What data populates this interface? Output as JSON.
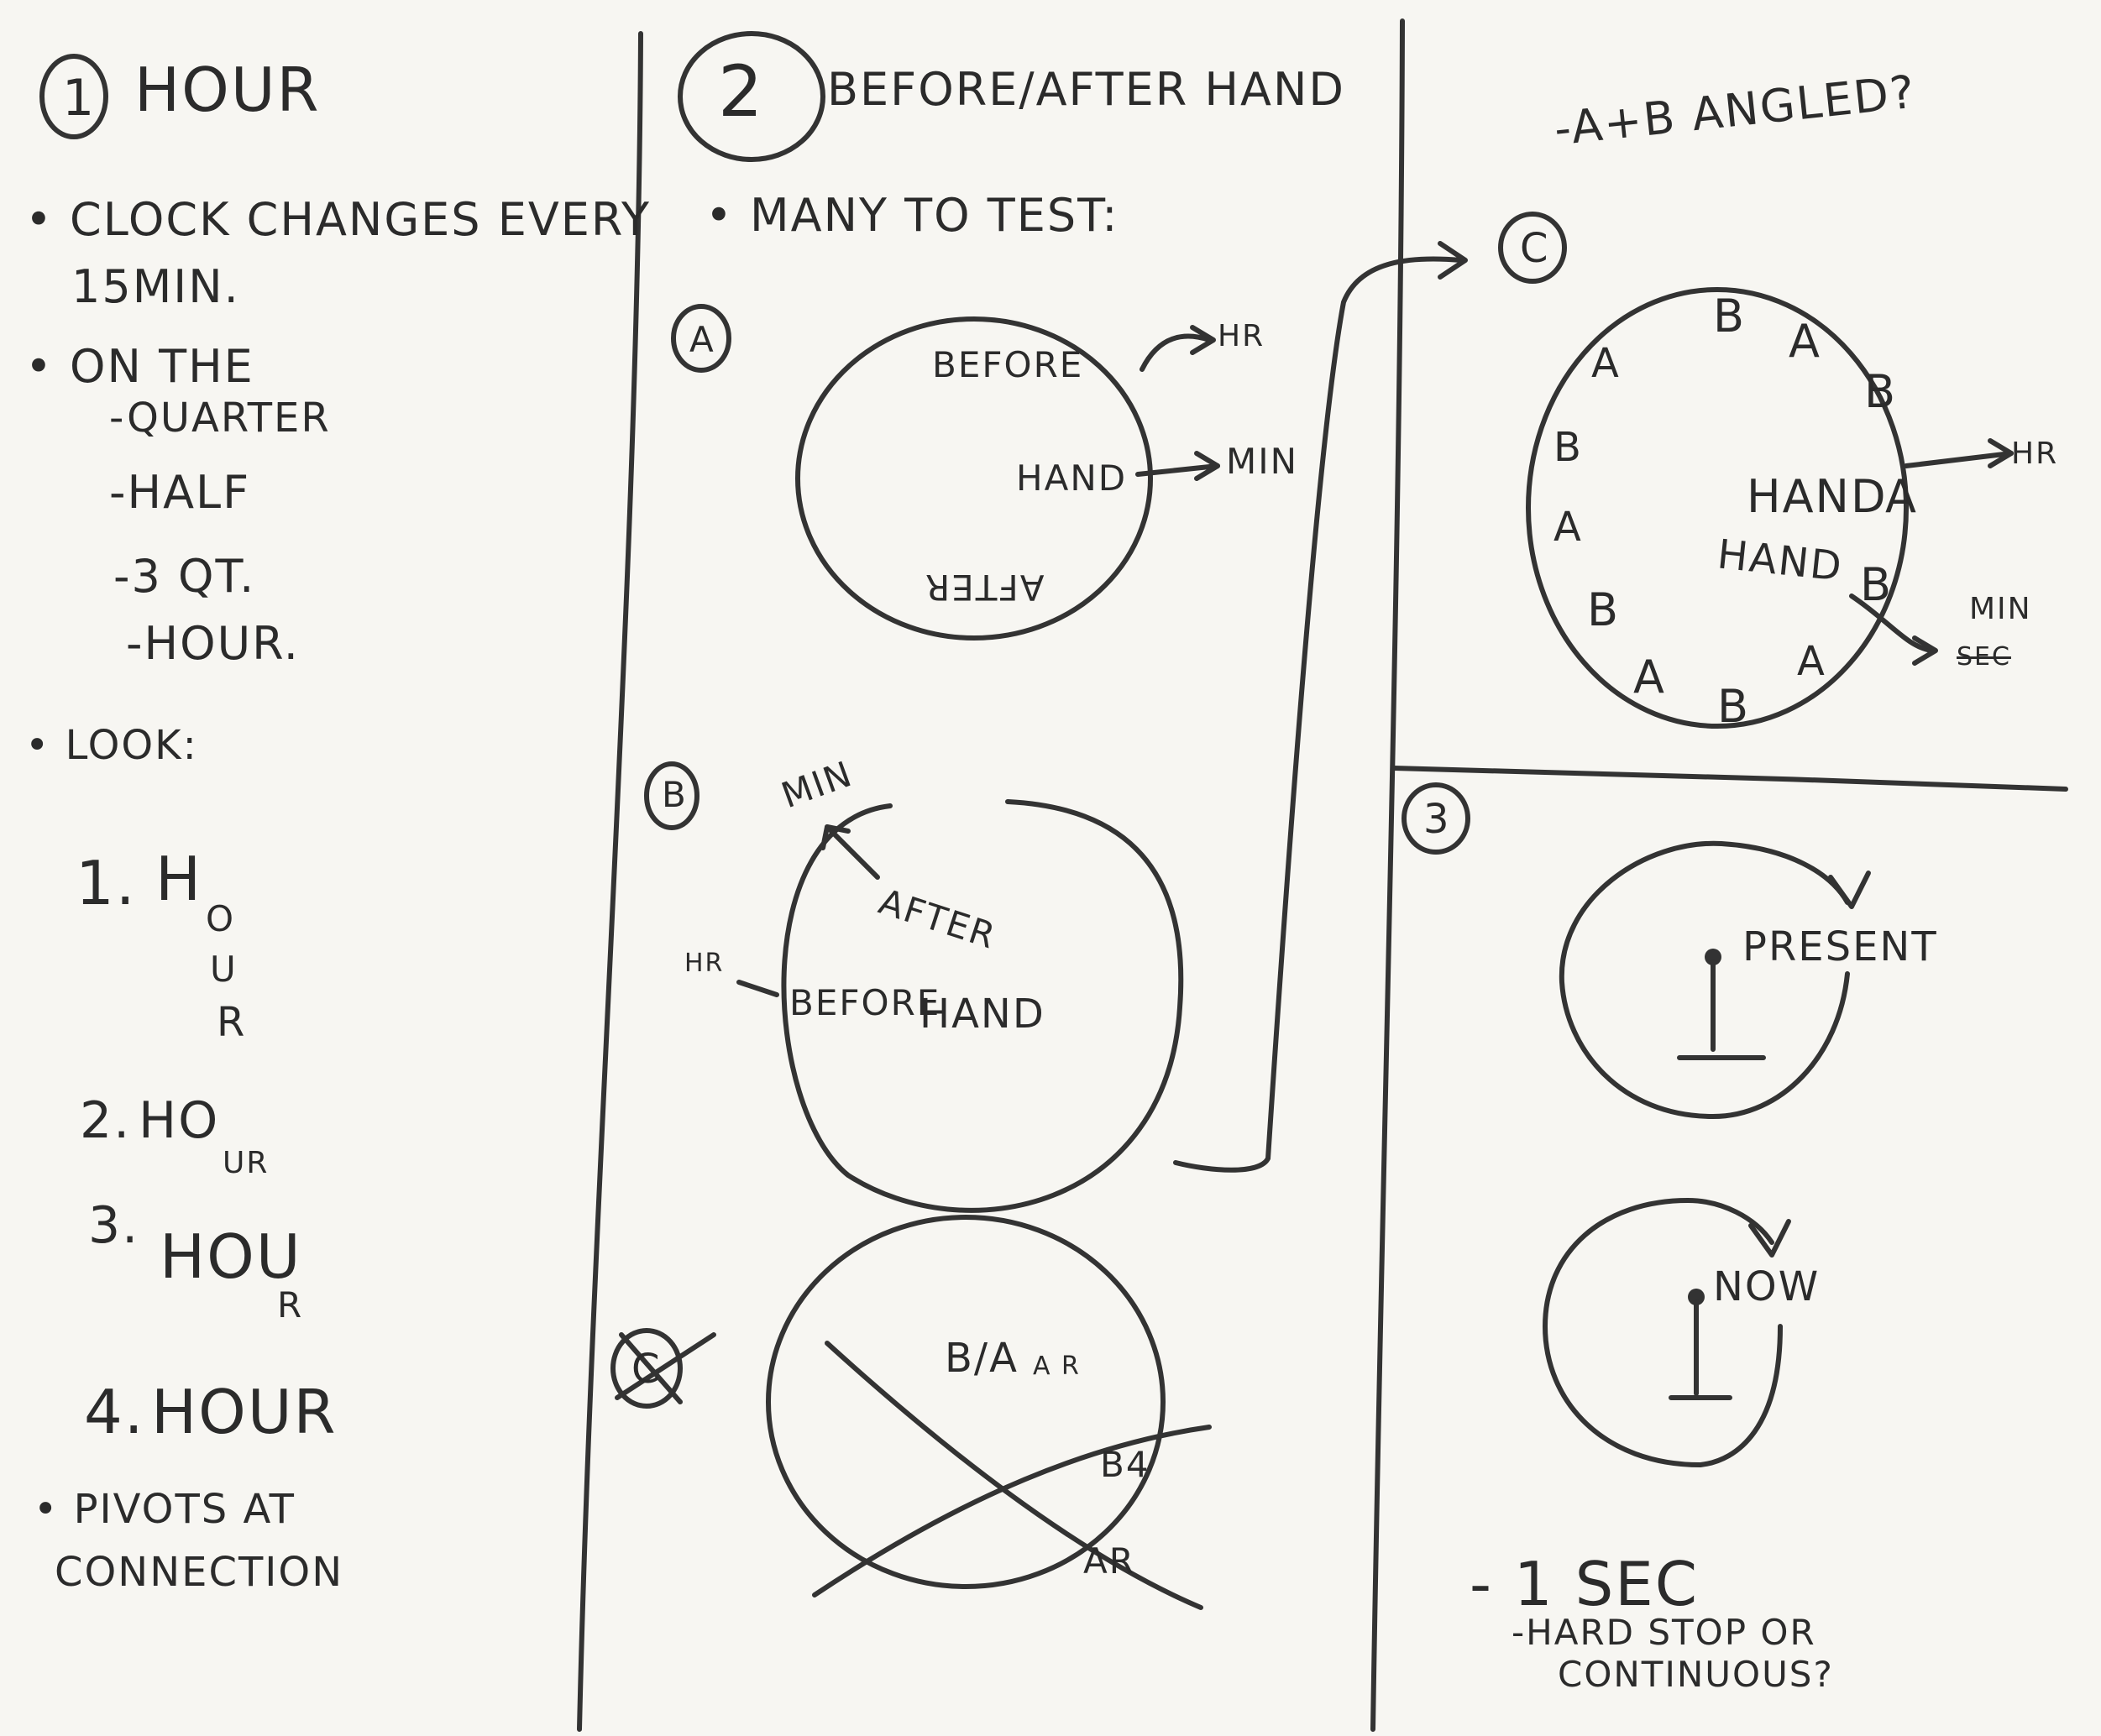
{
  "section1": {
    "number": "1",
    "title": "HOUR",
    "bullets": [
      "CLOCK CHANGES EVERY",
      "15MIN.",
      "ON THE"
    ],
    "subs": [
      "-QUARTER",
      "-HALF",
      "-3 QT.",
      "-HOUR."
    ],
    "look": "LOOK:",
    "looks": [
      {
        "num": "1.",
        "letters": [
          "H",
          "O",
          "U",
          "R"
        ]
      },
      {
        "num": "2.",
        "main": "HO",
        "sub": "UR"
      },
      {
        "num": "3.",
        "main": "HOU",
        "sub": "R"
      },
      {
        "num": "4.",
        "main": "HOUR"
      }
    ],
    "pivot": [
      "PIVOTS AT",
      "CONNECTION"
    ]
  },
  "section2": {
    "number": "2",
    "title": "BEFORE/AFTER HAND",
    "many": "MANY TO TEST:",
    "a": {
      "label": "A",
      "before": "BEFORE",
      "hand": "HAND",
      "after": "AFTER",
      "hr": "HR",
      "min": "MIN"
    },
    "b": {
      "label": "B",
      "min": "MIN",
      "after": "AFTER",
      "hr": "HR",
      "before": "BEFORE",
      "hand": "HAND"
    },
    "c": {
      "label": "C",
      "top": "B/A",
      "ar_small": "A R",
      "b4": "B4",
      "ar": "AR"
    }
  },
  "section_c": {
    "note": "-A+B ANGLED?",
    "label": "C",
    "ring": [
      "B",
      "A",
      "B",
      "A",
      "B",
      "A",
      "B",
      "A",
      "B",
      "A"
    ],
    "hand1": "HAND",
    "hand1_tip": "A",
    "hand2": "HAND",
    "hand2_tip": "B",
    "hr": "HR",
    "min": "MIN",
    "sec": "SEC"
  },
  "section3": {
    "number": "3",
    "present": "PRESENT",
    "now": "NOW",
    "sec": "- 1 SEC",
    "q": [
      "-HARD STOP OR",
      "CONTINUOUS?"
    ]
  }
}
